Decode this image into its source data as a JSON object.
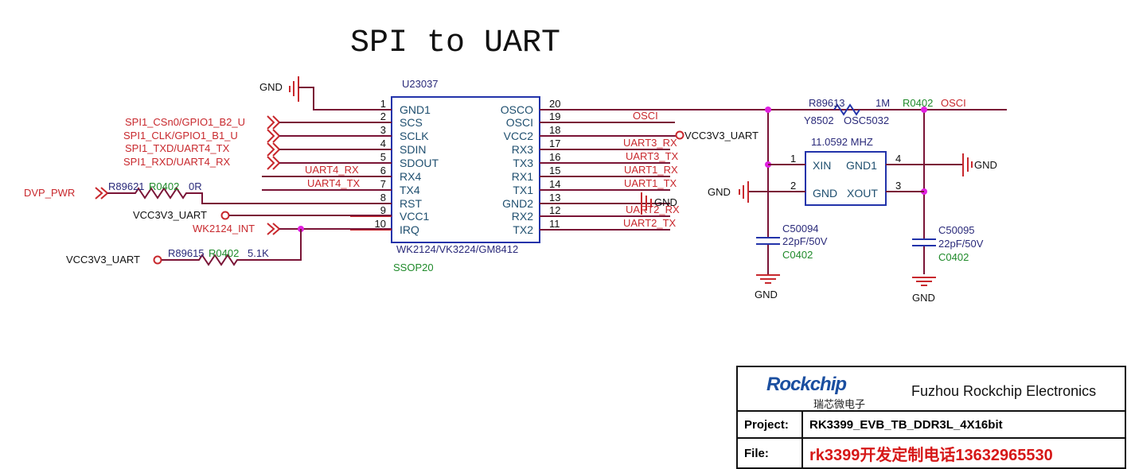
{
  "title": "SPI to UART",
  "colors": {
    "net_red": "#c8282d",
    "wire": "#7a1436",
    "body_blue": "#2233aa",
    "junction": "#e020e0",
    "part_green": "#1f8a2a"
  },
  "ic": {
    "ref": "U23037",
    "part": "WK2124/VK3224/GM8412",
    "package": "SSOP20",
    "left_pins": [
      {
        "num": "1",
        "name": "GND1"
      },
      {
        "num": "2",
        "name": "SCS"
      },
      {
        "num": "3",
        "name": "SCLK"
      },
      {
        "num": "4",
        "name": "SDIN"
      },
      {
        "num": "5",
        "name": "SDOUT"
      },
      {
        "num": "6",
        "name": "RX4"
      },
      {
        "num": "7",
        "name": "TX4"
      },
      {
        "num": "8",
        "name": "RST"
      },
      {
        "num": "9",
        "name": "VCC1"
      },
      {
        "num": "10",
        "name": "IRQ"
      }
    ],
    "right_pins": [
      {
        "num": "20",
        "name": "OSCO"
      },
      {
        "num": "19",
        "name": "OSCI"
      },
      {
        "num": "18",
        "name": "VCC2"
      },
      {
        "num": "17",
        "name": "RX3"
      },
      {
        "num": "16",
        "name": "TX3"
      },
      {
        "num": "15",
        "name": "RX1"
      },
      {
        "num": "14",
        "name": "TX1"
      },
      {
        "num": "13",
        "name": "GND2"
      },
      {
        "num": "12",
        "name": "RX2"
      },
      {
        "num": "11",
        "name": "TX2"
      }
    ]
  },
  "left_nets": {
    "gnd_top": "GND",
    "spi_ports": [
      "SPI1_CSn0/GPIO1_B2_U",
      "SPI1_CLK/GPIO1_B1_U",
      "SPI1_TXD/UART4_TX",
      "SPI1_RXD/UART4_RX"
    ],
    "uart4_rx": "UART4_RX",
    "uart4_tx": "UART4_TX",
    "dvp_pwr": "DVP_PWR",
    "r1": {
      "ref": "R89621",
      "footprint": "R0402",
      "value": "0R"
    },
    "vcc_pin9": "VCC3V3_UART",
    "wk_int": "WK2124_INT",
    "vcc_pullup": "VCC3V3_UART",
    "r2": {
      "ref": "R89615",
      "footprint": "R0402",
      "value": "5.1K"
    }
  },
  "right_nets": {
    "osci": "OSCI",
    "vcc": "VCC3V3_UART",
    "uart3_rx": "UART3_RX",
    "uart3_tx": "UART3_TX",
    "uart1_rx": "UART1_RX",
    "uart1_tx": "UART1_TX",
    "gnd13": "GND",
    "uart2_rx": "UART2_RX",
    "uart2_tx": "UART2_TX"
  },
  "oscillator": {
    "r3": {
      "ref": "R89613",
      "value": "1M",
      "footprint": "R0402",
      "net": "OSCI"
    },
    "ref": "Y8502",
    "part": "OSC5032",
    "freq": "11.0592 MHZ",
    "pins": {
      "p1": "1",
      "p2": "2",
      "p3": "3",
      "p4": "4",
      "xin": "XIN",
      "gnd": "GND",
      "gnd1": "GND1",
      "xout": "XOUT"
    },
    "gnd_left": "GND",
    "gnd_right": "GND"
  },
  "caps": [
    {
      "ref": "C50094",
      "value": "22pF/50V",
      "footprint": "C0402",
      "gnd": "GND"
    },
    {
      "ref": "C50095",
      "value": "22pF/50V",
      "footprint": "C0402",
      "gnd": "GND"
    }
  ],
  "titleblock": {
    "logo": "Rockchip",
    "logo_cn": "瑞芯微电子",
    "company": "Fuzhou Rockchip Electronics",
    "project_label": "Project:",
    "project": "RK3399_EVB_TB_DDR3L_4X16bit",
    "file_label": "File:",
    "file": "rk3399开发定制电话13632965530"
  }
}
